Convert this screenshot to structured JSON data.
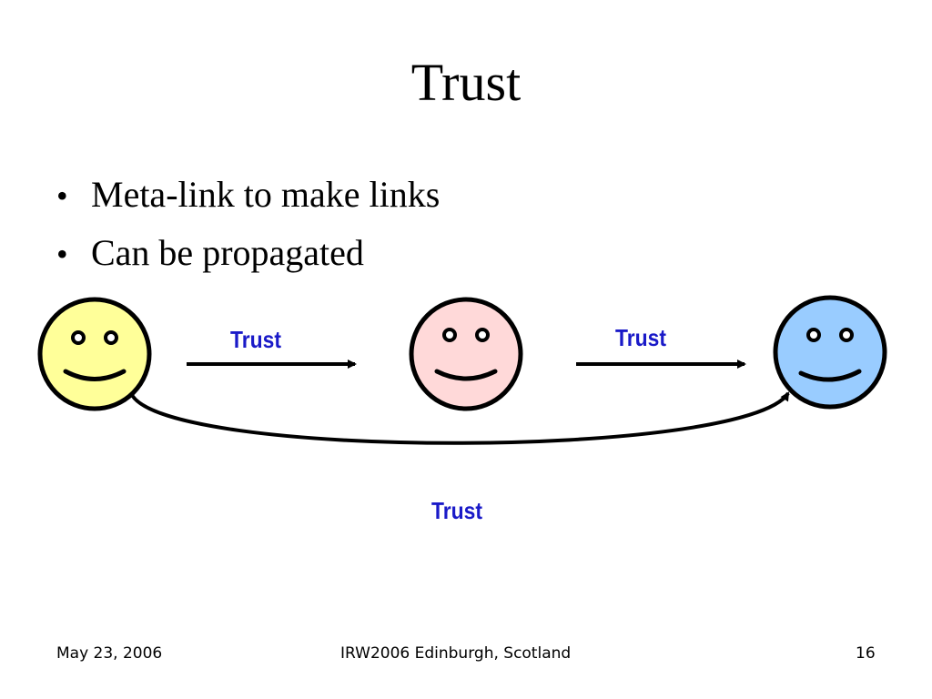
{
  "slide": {
    "title": "Trust",
    "bullets": [
      "Meta-link to make links",
      "Can be propagated"
    ]
  },
  "diagram": {
    "nodes": [
      {
        "id": "person-a",
        "icon": "smiley-face-icon",
        "color": "#ffff99"
      },
      {
        "id": "person-b",
        "icon": "smiley-face-icon",
        "color": "#ffd9d9"
      },
      {
        "id": "person-c",
        "icon": "smiley-face-icon",
        "color": "#99ccff"
      }
    ],
    "edges": [
      {
        "from": "person-a",
        "to": "person-b",
        "label": "Trust"
      },
      {
        "from": "person-b",
        "to": "person-c",
        "label": "Trust"
      },
      {
        "from": "person-a",
        "to": "person-c",
        "label": "Trust"
      }
    ],
    "label_color": "#1a1ac8"
  },
  "footer": {
    "date": "May 23, 2006",
    "event": "IRW2006 Edinburgh, Scotland",
    "page": "16"
  }
}
